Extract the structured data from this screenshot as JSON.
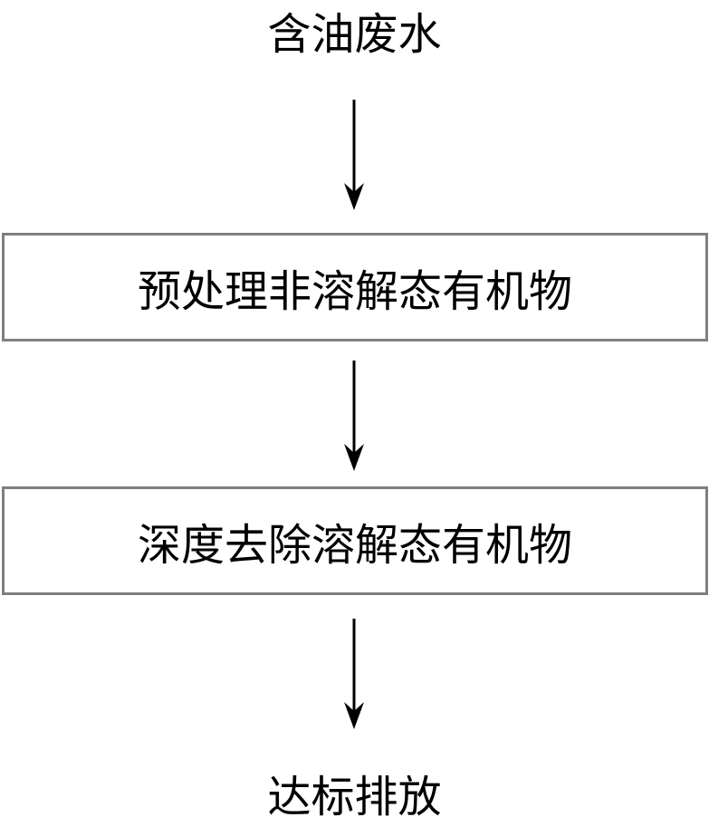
{
  "diagram": {
    "start": "含油废水",
    "steps": [
      "预处理非溶解态有机物",
      "深度去除溶解态有机物"
    ],
    "end": "达标排放",
    "colors": {
      "box_border": "#7f7f7f",
      "arrow": "#000000"
    }
  }
}
